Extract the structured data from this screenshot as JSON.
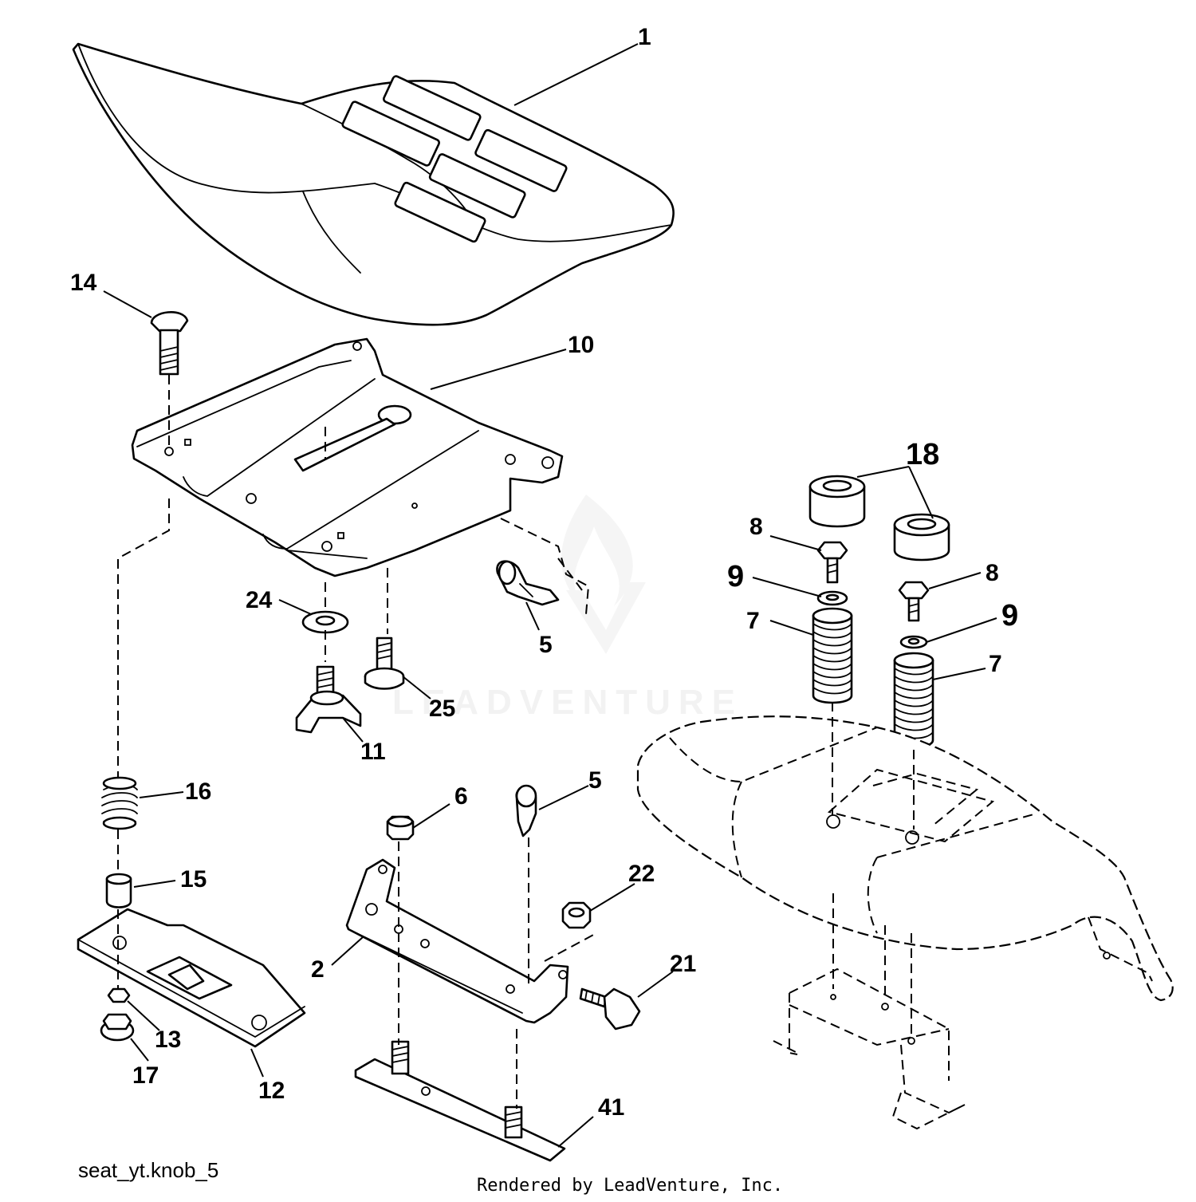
{
  "diagram": {
    "code": "seat_yt.knob_5",
    "credit": "Rendered by LeadVenture, Inc.",
    "watermark": "LEADVENTURE",
    "callouts": {
      "seat": "1",
      "seat_pan": "10",
      "carriage_bolt": "14",
      "washer_24": "24",
      "bolt_25": "25",
      "knob": "11",
      "clip_upper": "5",
      "clip_lower": "5",
      "spring_16": "16",
      "spacer_15": "15",
      "adjust_plate": "12",
      "nut_13": "13",
      "nut_17": "17",
      "nut_6": "6",
      "bracket": "2",
      "nut_22": "22",
      "bolt_21": "21",
      "stud_plate": "41",
      "bumper": "18",
      "screw_left": "8",
      "screw_right": "8",
      "washer_left": "9",
      "washer_right": "9",
      "spring_left": "7",
      "spring_right": "7"
    }
  }
}
